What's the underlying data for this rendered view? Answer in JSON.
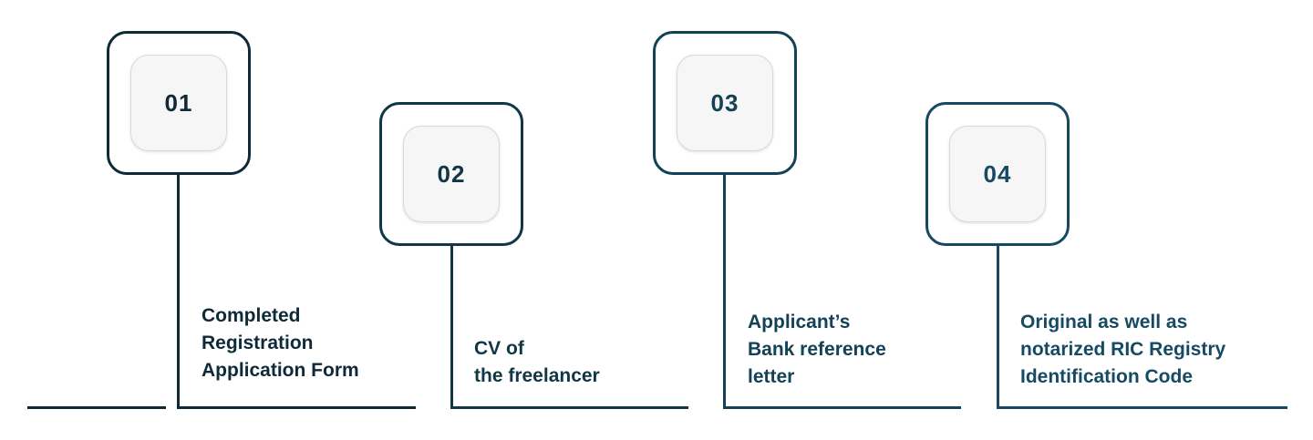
{
  "steps": [
    {
      "number": "01",
      "lines": [
        "Completed",
        "Registration",
        "Application Form"
      ],
      "color": "#0e2a38"
    },
    {
      "number": "02",
      "lines": [
        "CV of",
        "the freelancer"
      ],
      "color": "#113646"
    },
    {
      "number": "03",
      "lines": [
        "Applicant’s",
        "Bank reference",
        "letter"
      ],
      "color": "#134156"
    },
    {
      "number": "04",
      "lines": [
        "Original as well as",
        "notarized RIC Registry",
        "Identification Code"
      ],
      "color": "#164a63"
    }
  ]
}
